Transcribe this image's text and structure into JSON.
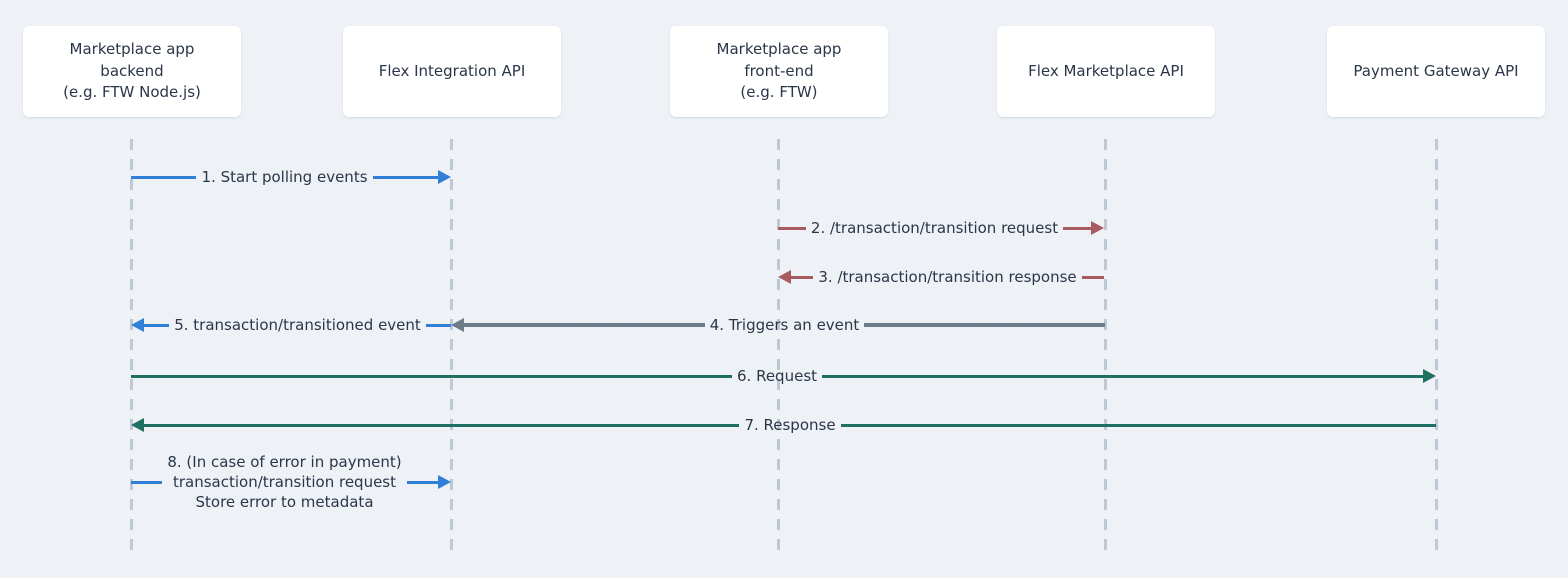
{
  "diagram": {
    "title": "Sharetribe Flex payment integration sequence diagram",
    "type": "sequence-diagram",
    "background_color": "#eef2f6",
    "text_color": "#2b3648"
  },
  "participants": [
    {
      "id": "backend",
      "lines": [
        "Marketplace app",
        "backend",
        "(e.g. FTW Node.js)"
      ],
      "line1": "Marketplace app",
      "line2": "backend",
      "line3": "(e.g. FTW Node.js)"
    },
    {
      "id": "integration-api",
      "lines": [
        "Flex Integration API"
      ],
      "line1": "Flex Integration API",
      "line2": "",
      "line3": ""
    },
    {
      "id": "frontend",
      "lines": [
        "Marketplace app",
        "front-end",
        "(e.g. FTW)"
      ],
      "line1": "Marketplace app",
      "line2": "front-end",
      "line3": "(e.g. FTW)"
    },
    {
      "id": "marketplace-api",
      "lines": [
        "Flex Marketplace API"
      ],
      "line1": "Flex Marketplace API",
      "line2": "",
      "line3": ""
    },
    {
      "id": "payment-gateway",
      "lines": [
        "Payment Gateway API"
      ],
      "line1": "Payment Gateway API",
      "line2": "",
      "line3": ""
    }
  ],
  "messages": [
    {
      "number": "1",
      "label": "1. Start polling events",
      "from": "backend",
      "to": "integration-api",
      "direction": "right",
      "style": "solid",
      "color": "#2f80d6",
      "color_name": "blue"
    },
    {
      "number": "2",
      "label": "2. /transaction/transition request",
      "from": "frontend",
      "to": "marketplace-api",
      "direction": "right",
      "style": "solid",
      "color": "#a85c5f",
      "color_name": "red"
    },
    {
      "number": "3",
      "label": "3. /transaction/transition response",
      "from": "marketplace-api",
      "to": "frontend",
      "direction": "left",
      "style": "solid",
      "color": "#a85c5f",
      "color_name": "red"
    },
    {
      "number": "4",
      "label": "4. Triggers an event",
      "from": "marketplace-api",
      "to": "integration-api",
      "direction": "left",
      "style": "dashed",
      "color": "#6e7b8b",
      "color_name": "gray"
    },
    {
      "number": "5",
      "label": "5. transaction/transitioned event",
      "from": "integration-api",
      "to": "backend",
      "direction": "left",
      "style": "solid",
      "color": "#2f80d6",
      "color_name": "blue"
    },
    {
      "number": "6",
      "label": "6. Request",
      "from": "backend",
      "to": "payment-gateway",
      "direction": "right",
      "style": "solid",
      "color": "#1f6f62",
      "color_name": "green"
    },
    {
      "number": "7",
      "label": "7. Response",
      "from": "payment-gateway",
      "to": "backend",
      "direction": "left",
      "style": "solid",
      "color": "#1f6f62",
      "color_name": "green"
    },
    {
      "number": "8",
      "label_line1": "8. (In case of error in payment)",
      "label_line2": "transaction/transition request",
      "label_line3": "Store error to metadata",
      "from": "backend",
      "to": "integration-api",
      "direction": "right",
      "style": "solid",
      "color": "#2f80d6",
      "color_name": "blue"
    }
  ]
}
